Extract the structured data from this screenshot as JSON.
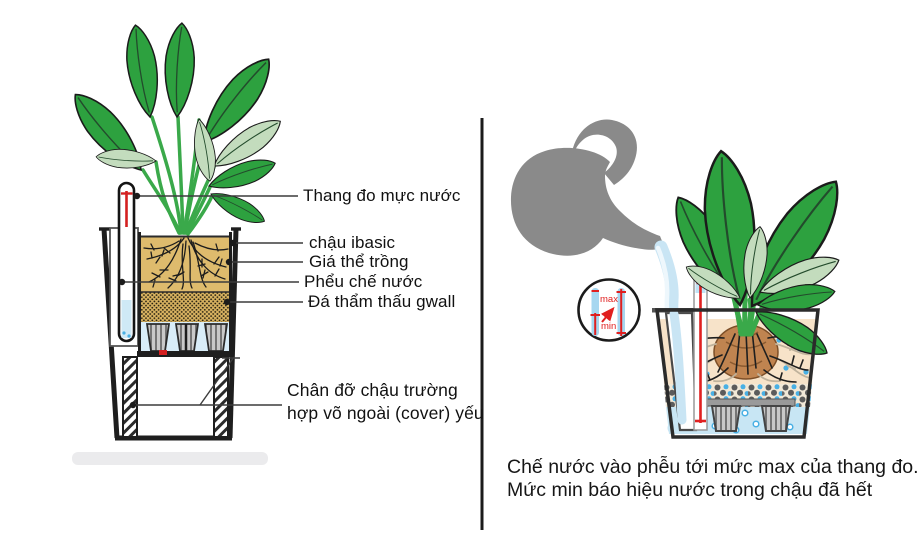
{
  "left_panel": {
    "labels": {
      "gauge": "Thang đo mực nước",
      "pot": "chậu ibasic",
      "substrate": "Giá thể trồng",
      "funnel": "Phểu chế nước",
      "stone": "Đá thẩm thấu gwall",
      "stand_line1": "Chân đỡ chậu trường",
      "stand_line2": "hợp võ ngoài (cover) yếu"
    }
  },
  "right_panel": {
    "inset": {
      "max_label": "max",
      "min_label": "min"
    },
    "caption_line1": "Chế nước vào phễu tới mức max của thang đo.",
    "caption_line2": "Mức min báo hiệu nước trong chậu đã hết"
  },
  "colors": {
    "accent_red": "#e02020",
    "leaf_green": "#2da13f",
    "leaf_light_green": "#c3dcbd",
    "soil_tan": "#debb6d",
    "soil_peach": "#f7e3c9",
    "water_blue": "#cfe9f6",
    "can_gray": "#8a8a8a"
  }
}
